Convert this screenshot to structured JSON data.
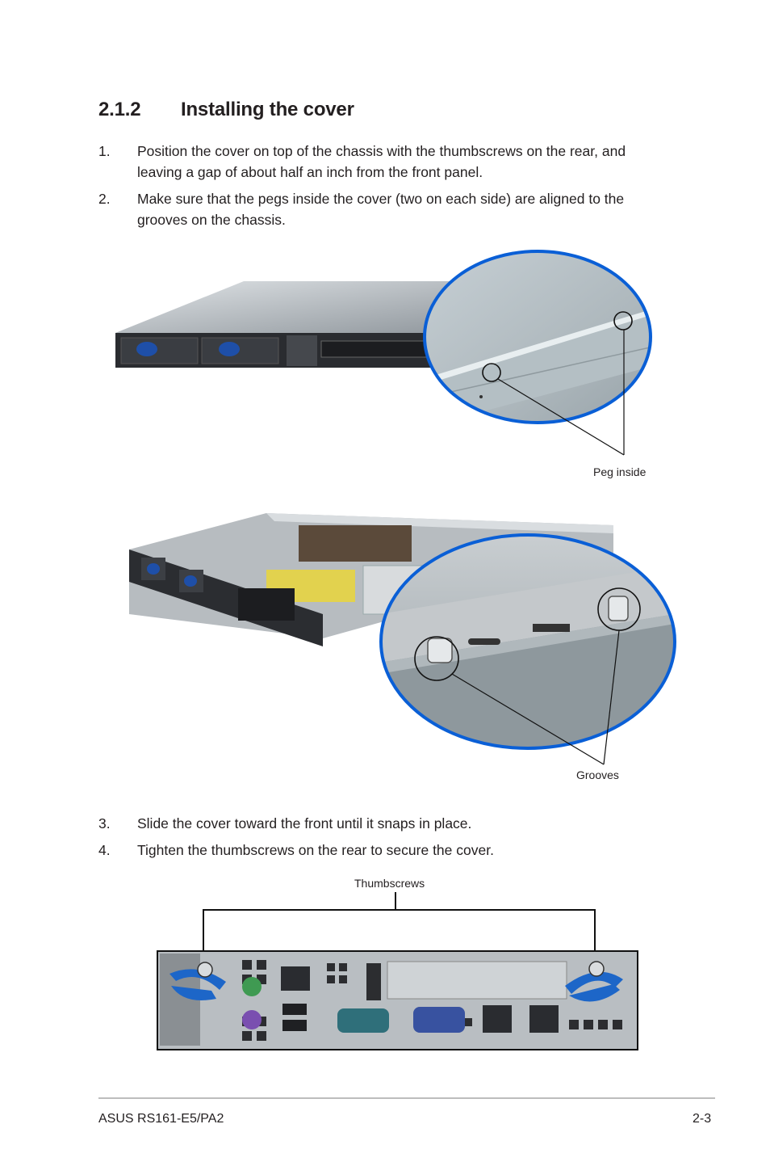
{
  "section": {
    "number": "2.1.2",
    "title": "Installing the cover"
  },
  "steps": [
    {
      "n": "1.",
      "text": "Position the cover on top of the chassis with the thumbscrews on the rear, and leaving a gap of about half an inch from the front panel."
    },
    {
      "n": "2.",
      "text": "Make sure that the pegs inside the cover (two on each side) are aligned to the grooves on the chassis."
    },
    {
      "n": "3.",
      "text": "Slide the cover toward the front until it snaps in place."
    },
    {
      "n": "4.",
      "text": "Tighten the thumbscrews on the rear to secure the cover."
    }
  ],
  "callouts": {
    "peg": "Peg inside",
    "grooves": "Grooves",
    "thumbscrews": "Thumbscrews"
  },
  "footer": {
    "left": "ASUS RS161-E5/PA2",
    "right": "2-3"
  },
  "colors": {
    "magnifier_ring": "#0a5fd6",
    "metal": "#a9b2b8",
    "panel_dark": "#2a2c30"
  }
}
